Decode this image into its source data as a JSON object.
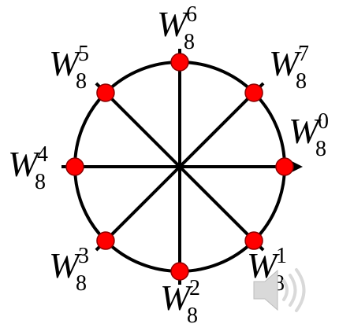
{
  "diagram": {
    "colors": {
      "stroke": "#000000",
      "point_fill": "#ff0000",
      "point_stroke": "#8b0000",
      "speaker_fill": "#d9d9d9"
    },
    "points": [
      {
        "id": "p0",
        "base": "W",
        "subscript": "8",
        "superscript": "0",
        "angle_deg": 0
      },
      {
        "id": "p1",
        "base": "W",
        "subscript": "8",
        "superscript": "1",
        "angle_deg": 45
      },
      {
        "id": "p2",
        "base": "W",
        "subscript": "8",
        "superscript": "2",
        "angle_deg": 90
      },
      {
        "id": "p3",
        "base": "W",
        "subscript": "8",
        "superscript": "3",
        "angle_deg": 135
      },
      {
        "id": "p4",
        "base": "W",
        "subscript": "8",
        "superscript": "4",
        "angle_deg": 180
      },
      {
        "id": "p5",
        "base": "W",
        "subscript": "8",
        "superscript": "5",
        "angle_deg": 225
      },
      {
        "id": "p6",
        "base": "W",
        "subscript": "8",
        "superscript": "6",
        "angle_deg": 270
      },
      {
        "id": "p7",
        "base": "W",
        "subscript": "8",
        "superscript": "7",
        "angle_deg": 315
      }
    ],
    "speaker_icon": "speaker-volume-icon"
  }
}
